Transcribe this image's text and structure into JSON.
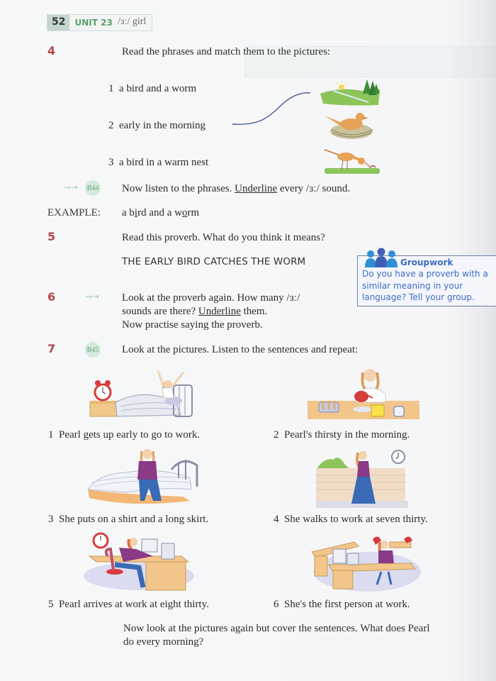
{
  "header": {
    "page_number": "52",
    "unit_label": "UNIT 23",
    "phoneme_title": "/ɜː/ girl"
  },
  "exercise4": {
    "number": "4",
    "instruction": "Read the phrases and match them to the pictures:",
    "phrases": [
      {
        "num": "1",
        "text": "a bird and a worm"
      },
      {
        "num": "2",
        "text": "early in the morning"
      },
      {
        "num": "3",
        "text": "a bird in a warm nest"
      }
    ],
    "pictures": [
      "sunrise-landscape",
      "bird-in-nest",
      "bird-eating-worm"
    ],
    "audio_track": "B44",
    "listen_before": "Now listen to the phrases. ",
    "listen_underlined": "Underline",
    "listen_after": " every /ɜː/ sound.",
    "example_label": "EXAMPLE:",
    "example": {
      "p1": "a b",
      "u1": "i",
      "p2": "rd and a w",
      "u2": "o",
      "p3": "rm"
    }
  },
  "exercise5": {
    "number": "5",
    "instruction": "Read this proverb. What do you think it means?",
    "proverb": "THE EARLY BIRD CATCHES THE WORM"
  },
  "groupwork": {
    "title": "Groupwork",
    "text": "Do you have a proverb with a similar meaning in your language? Tell your group."
  },
  "exercise6": {
    "number": "6",
    "line1": "Look at the proverb again. How many /ɜː/",
    "line2_before": "sounds are there? ",
    "line2_underlined": "Underline",
    "line2_after": " them.",
    "line3": "Now practise saying the proverb."
  },
  "exercise7": {
    "number": "7",
    "audio_track": "B45",
    "instruction": "Look at the pictures. Listen to the sentences and repeat:",
    "sentences": [
      {
        "num": "1",
        "text": "Pearl gets up early to go to work."
      },
      {
        "num": "2",
        "text": "Pearl's thirsty in the morning."
      },
      {
        "num": "3",
        "text": "She puts on a shirt and a long skirt."
      },
      {
        "num": "4",
        "text": "She walks to work at seven thirty."
      },
      {
        "num": "5",
        "text": "Pearl arrives at work at eight thirty."
      },
      {
        "num": "6",
        "text": "She's the first person at work."
      }
    ],
    "followup_line1": "Now look at the pictures again but cover the sentences. What does Pearl",
    "followup_line2": "do every morning?"
  },
  "colors": {
    "exercise_number": "#b0484a",
    "unit_green": "#5aa36c",
    "groupwork_blue": "#3d6cc3",
    "match_line": "#4b5a9c"
  }
}
